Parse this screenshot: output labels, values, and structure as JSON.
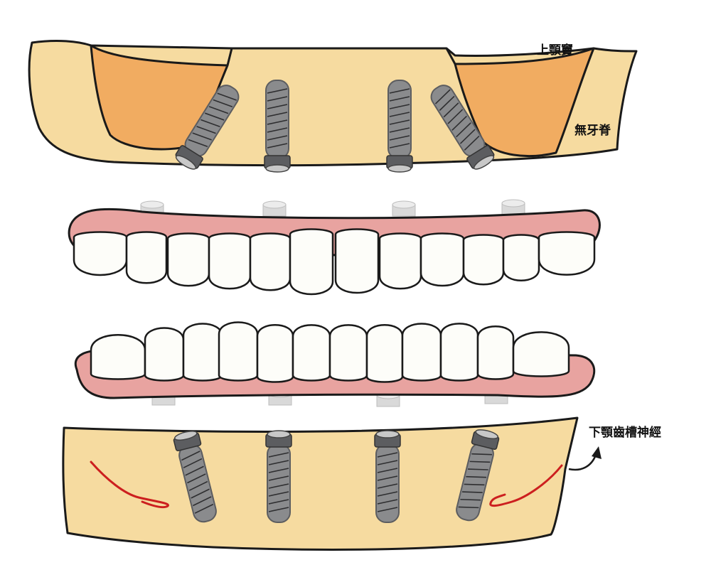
{
  "labels": {
    "maxillary_sinus": "上顎竇",
    "edentulous_ridge": "無牙脊",
    "inferior_alveolar_nerve": "下顎齒槽神經"
  },
  "colors": {
    "bone": "#f6dba0",
    "sinus": "#f1ac61",
    "gum": "#e8a3a0",
    "tooth": "#fdfdf9",
    "implant": "#8a8b8d",
    "implant_dark": "#5c5d60",
    "abutment": "#d9d9d9",
    "nerve": "#cc1f1f",
    "outline": "#1a1a1a"
  },
  "structure": {
    "upper_implants": 4,
    "lower_implants": 4,
    "upper_teeth": 12,
    "lower_teeth": 12
  }
}
